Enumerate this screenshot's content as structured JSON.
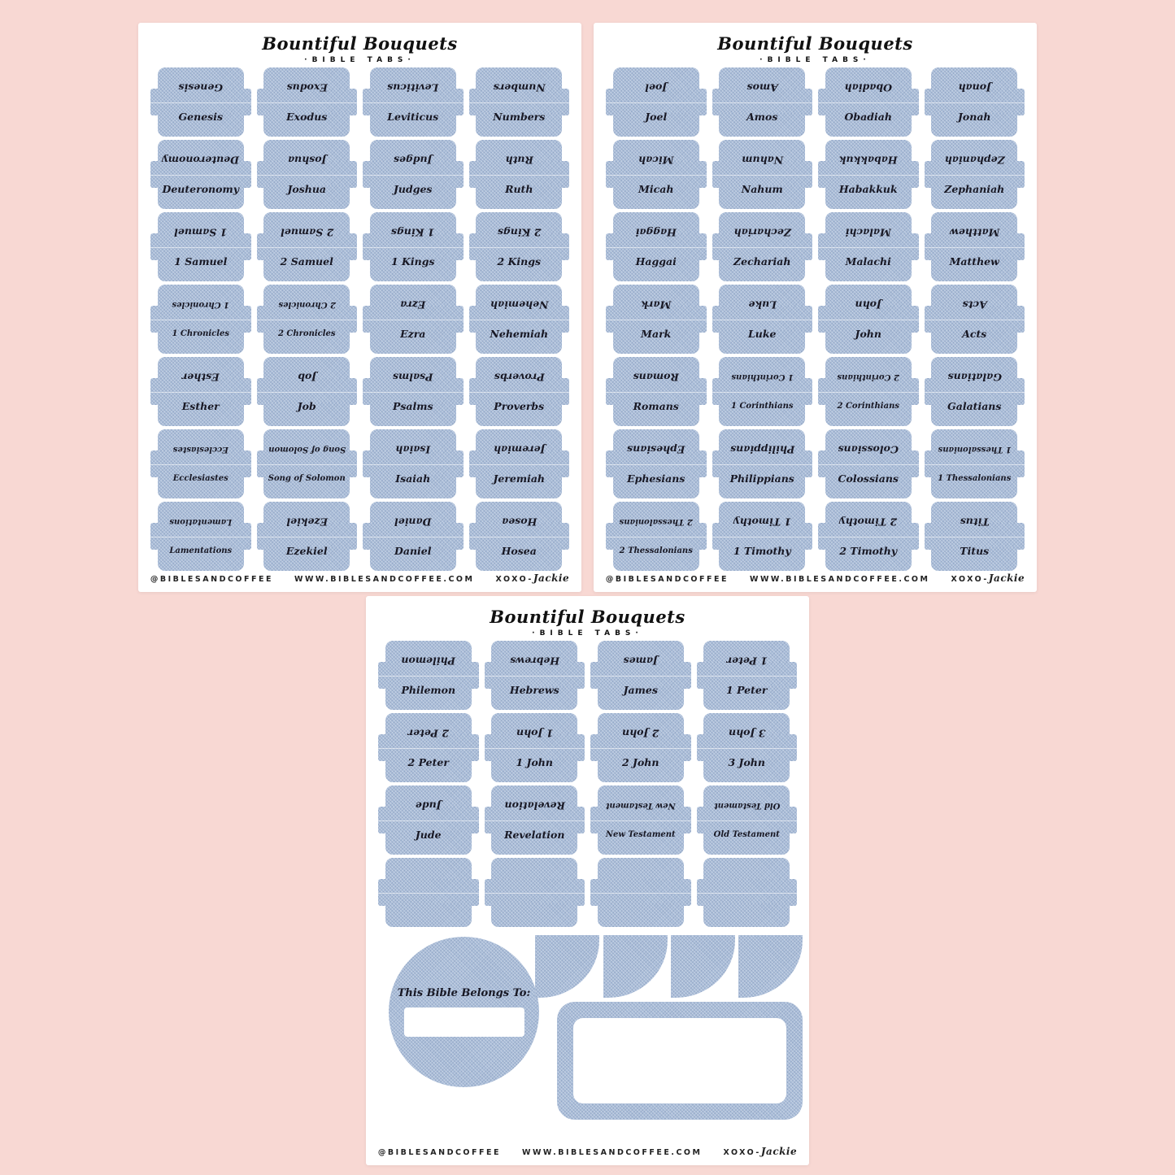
{
  "colors": {
    "background_pink": "#f8d8d3",
    "tab_blue": "#a6bad7",
    "text_dark": "#181824"
  },
  "sheets": [
    {
      "title": "Bountiful Bouquets",
      "subtitle": "·BIBLE TABS·",
      "tabs": [
        "Genesis",
        "Exodus",
        "Leviticus",
        "Numbers",
        "Deuteronomy",
        "Joshua",
        "Judges",
        "Ruth",
        "1 Samuel",
        "2 Samuel",
        "1 Kings",
        "2 Kings",
        "1 Chronicles",
        "2 Chronicles",
        "Ezra",
        "Nehemiah",
        "Esther",
        "Job",
        "Psalms",
        "Proverbs",
        "Ecclesiastes",
        "Song of Solomon",
        "Isaiah",
        "Jeremiah",
        "Lamentations",
        "Ezekiel",
        "Daniel",
        "Hosea"
      ],
      "footer": {
        "handle": "@BIBLESANDCOFFEE",
        "url": "WWW.BIBLESANDCOFFEE.COM",
        "xoxo": "XOXO-",
        "signature": "Jackie"
      }
    },
    {
      "title": "Bountiful Bouquets",
      "subtitle": "·BIBLE TABS·",
      "tabs": [
        "Joel",
        "Amos",
        "Obadiah",
        "Jonah",
        "Micah",
        "Nahum",
        "Habakkuk",
        "Zephaniah",
        "Haggai",
        "Zechariah",
        "Malachi",
        "Matthew",
        "Mark",
        "Luke",
        "John",
        "Acts",
        "Romans",
        "1 Corinthians",
        "2 Corinthians",
        "Galatians",
        "Ephesians",
        "Philippians",
        "Colossians",
        "1 Thessalonians",
        "2 Thessalonians",
        "1 Timothy",
        "2 Timothy",
        "Titus"
      ],
      "footer": {
        "handle": "@BIBLESANDCOFFEE",
        "url": "WWW.BIBLESANDCOFFEE.COM",
        "xoxo": "XOXO-",
        "signature": "Jackie"
      }
    },
    {
      "title": "Bountiful Bouquets",
      "subtitle": "·BIBLE TABS·",
      "tabs": [
        "Philemon",
        "Hebrews",
        "James",
        "1 Peter",
        "2 Peter",
        "1 John",
        "2 John",
        "3 John",
        "Jude",
        "Revelation",
        "New Testament",
        "Old Testament",
        "",
        "",
        "",
        ""
      ],
      "extras": {
        "belongs_label": "This Bible Belongs To:"
      },
      "footer": {
        "handle": "@BIBLESANDCOFFEE",
        "url": "WWW.BIBLESANDCOFFEE.COM",
        "xoxo": "XOXO-",
        "signature": "Jackie"
      }
    }
  ]
}
